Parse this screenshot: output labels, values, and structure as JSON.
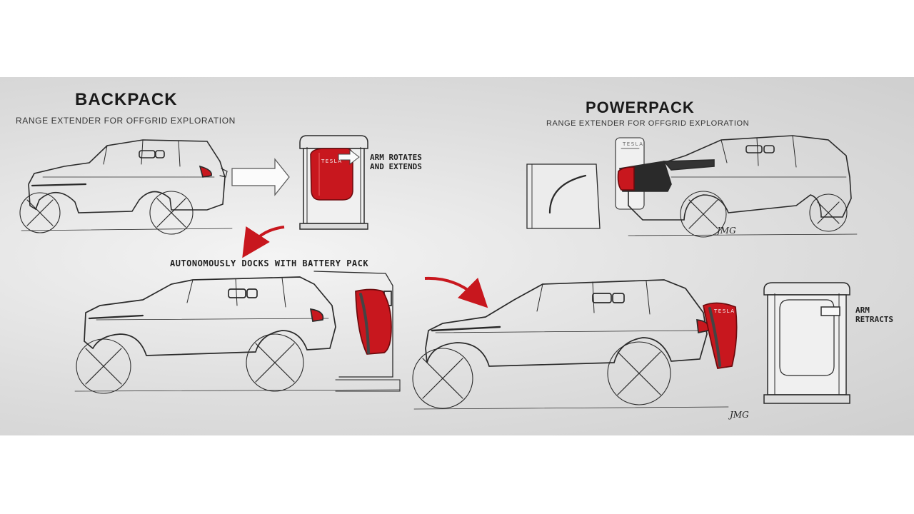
{
  "backpack": {
    "title": "BACKPACK",
    "subtitle": "RANGE EXTENDER FOR OFFGRID EXPLORATION",
    "arm_note": "ARM ROTATES\nAND EXTENDS"
  },
  "powerpack": {
    "title": "POWERPACK",
    "subtitle": "RANGE EXTENDER FOR OFFGRID EXPLORATION"
  },
  "dock_caption": "AUTONOMOUSLY DOCKS WITH BATTERY PACK",
  "retract_note": "ARM\nRETRACTS",
  "brand_mark": "TESLA",
  "signature": "JMG",
  "colors": {
    "accent_red": "#c8171e",
    "line": "#2a2a2a",
    "background": "#dcdcdc"
  },
  "icons": [
    "arrow-right-icon",
    "curved-arrow-icon"
  ]
}
